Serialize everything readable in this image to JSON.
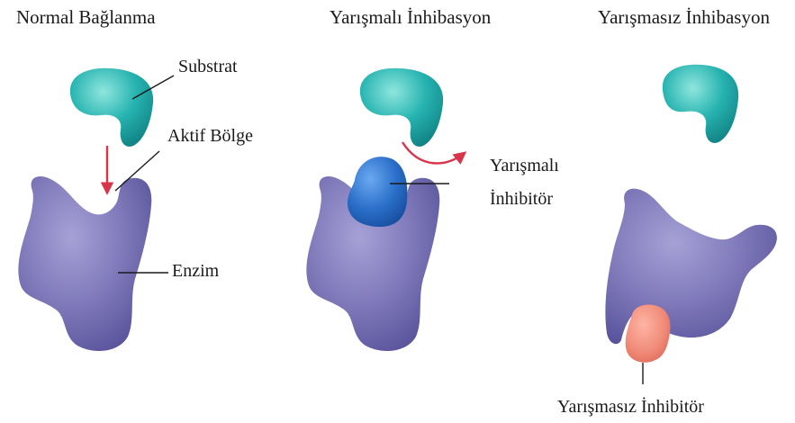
{
  "panels": [
    {
      "title": "Normal Bağlanma",
      "labels": {
        "substrate": "Substrat",
        "active_site": "Aktif Bölge",
        "enzyme": "Enzim"
      }
    },
    {
      "title": "Yarışmalı İnhibasyon",
      "labels": {
        "inhibitor_line1": "Yarışmalı",
        "inhibitor_line2": "İnhibitör"
      }
    },
    {
      "title": "Yarışmasız İnhibasyon",
      "labels": {
        "inhibitor": "Yarışmasız İnhibitör"
      }
    }
  ],
  "colors": {
    "enzyme": "#7d77b8",
    "substrate": "#26b3b0",
    "competitive_inhibitor": "#2a6fc9",
    "noncompetitive_inhibitor": "#f08a78",
    "arrow": "#d8344a"
  }
}
